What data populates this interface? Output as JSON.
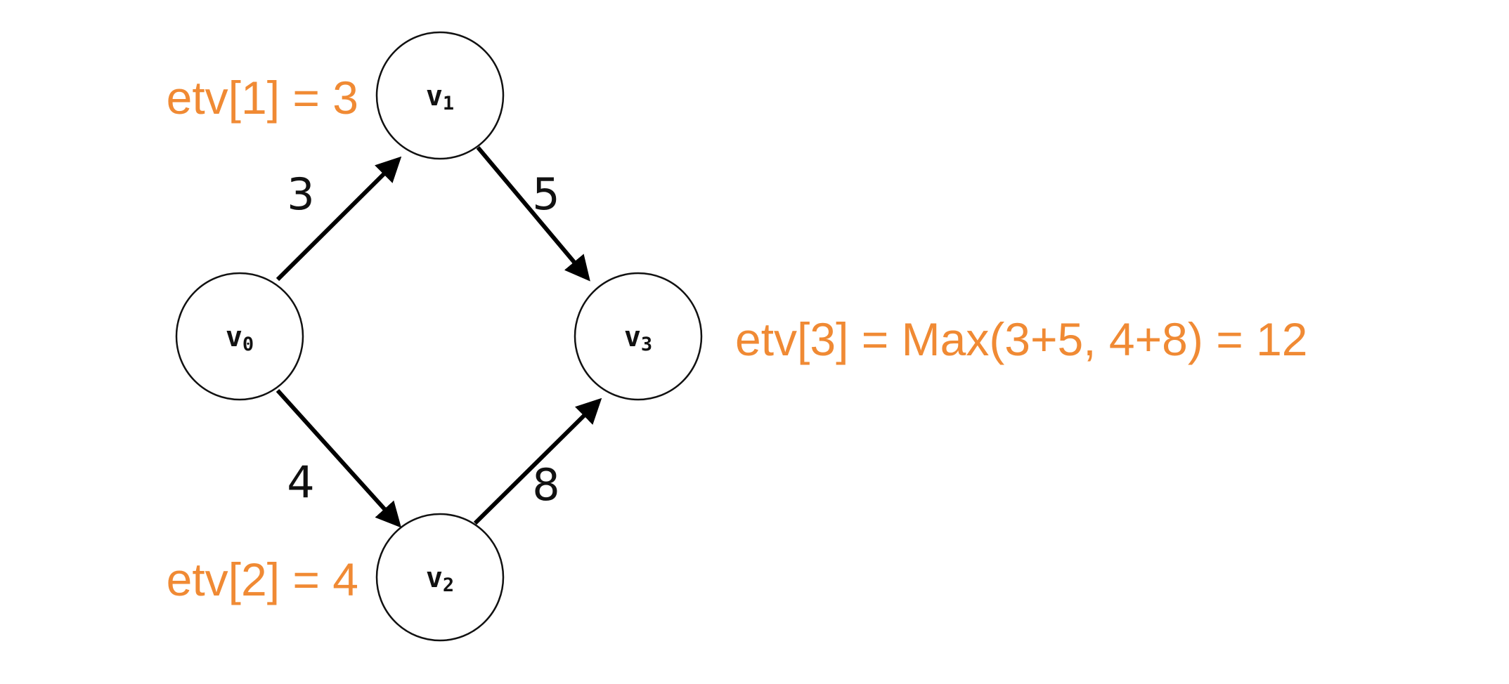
{
  "nodes": [
    {
      "id": "v0",
      "letter": "v",
      "subscript": "0"
    },
    {
      "id": "v1",
      "letter": "v",
      "subscript": "1"
    },
    {
      "id": "v2",
      "letter": "v",
      "subscript": "2"
    },
    {
      "id": "v3",
      "letter": "v",
      "subscript": "3"
    }
  ],
  "edges": [
    {
      "from": "v0",
      "to": "v1",
      "weight": "3"
    },
    {
      "from": "v1",
      "to": "v3",
      "weight": "5"
    },
    {
      "from": "v0",
      "to": "v2",
      "weight": "4"
    },
    {
      "from": "v2",
      "to": "v3",
      "weight": "8"
    }
  ],
  "annotations": {
    "etv1": "etv[1] = 3",
    "etv2": "etv[2] = 4",
    "etv3": "etv[3] = Max(3+5, 4+8) = 12"
  },
  "colors": {
    "annotation": "#f08a34",
    "edge": "#000000",
    "node_stroke": "#111111"
  }
}
